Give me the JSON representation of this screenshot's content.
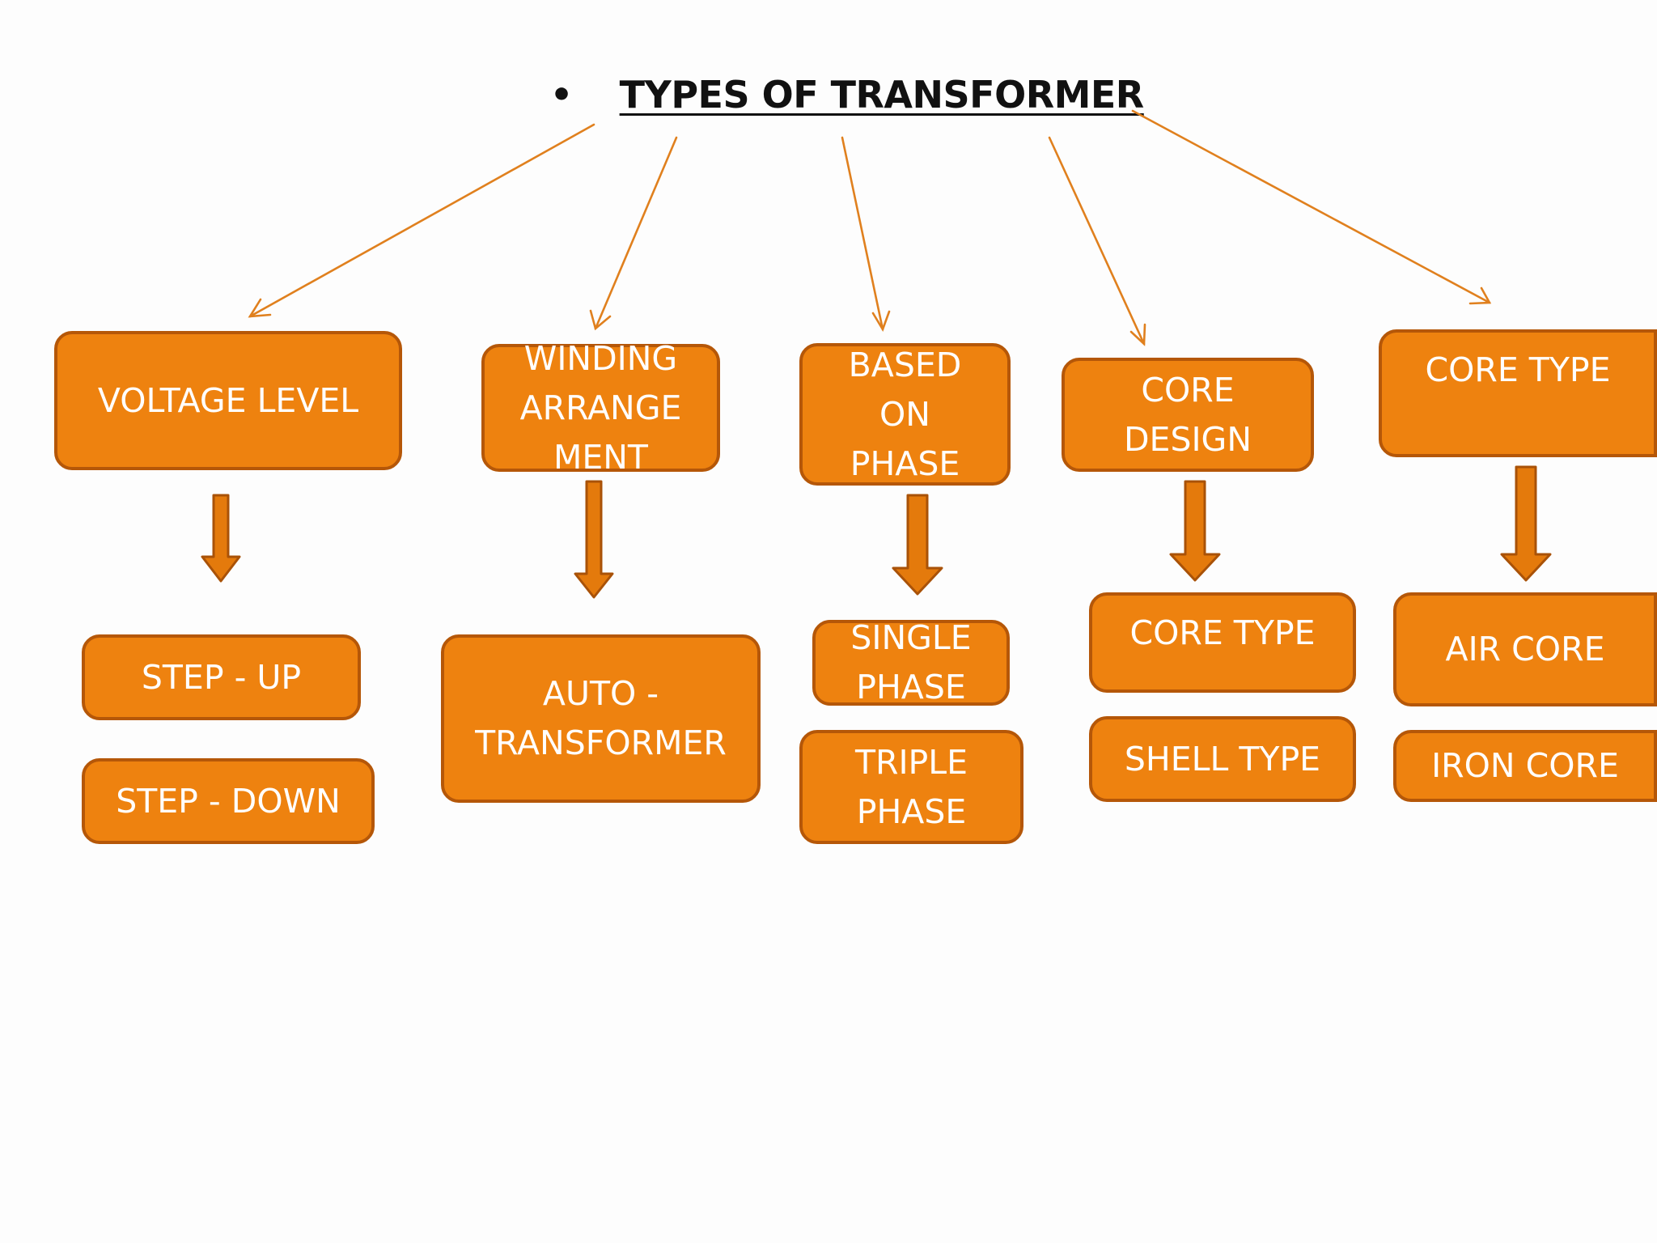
{
  "title": {
    "bullet": "•",
    "text": "TYPES OF TRANSFORMER"
  },
  "categories": [
    {
      "label": "VOLTAGE LEVEL",
      "items": [
        "STEP - UP",
        "STEP - DOWN"
      ]
    },
    {
      "label": "WINDING\nARRANGE\nMENT",
      "items": [
        "AUTO -\nTRANSFORMER"
      ]
    },
    {
      "label": "BASED\nON\nPHASE",
      "items": [
        "SINGLE\nPHASE",
        "TRIPLE\nPHASE"
      ]
    },
    {
      "label": "CORE\nDESIGN",
      "items": [
        "CORE TYPE",
        "SHELL TYPE"
      ]
    },
    {
      "label": "CORE TYPE",
      "items": [
        "AIR CORE",
        "IRON CORE"
      ]
    }
  ],
  "colors": {
    "box_fill": "#ee820f",
    "box_border": "#b55708",
    "connector_line": "#e0801e",
    "arrow_fill": "#e47a0c",
    "arrow_outline": "#a95208",
    "text": "#ffffff",
    "title": "#111111"
  }
}
